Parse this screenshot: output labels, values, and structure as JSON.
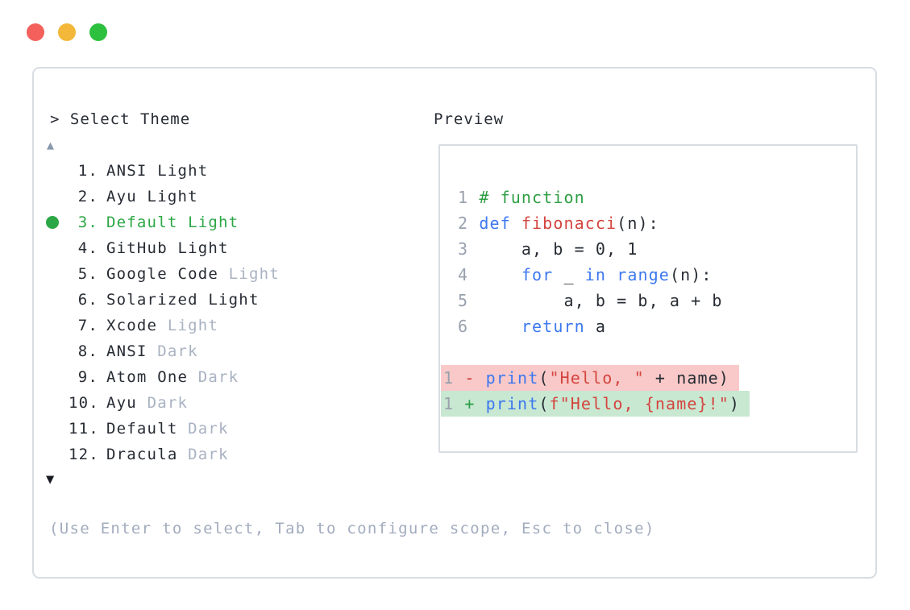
{
  "window": {
    "controls": [
      {
        "name": "close",
        "color": "#f4615c"
      },
      {
        "name": "minimize",
        "color": "#f3b73a"
      },
      {
        "name": "zoom",
        "color": "#2cc03e"
      }
    ]
  },
  "prompt": {
    "text": "> Select Theme"
  },
  "theme_list": {
    "up_indicator": "▲",
    "down_indicator": "▼",
    "items": [
      {
        "number": "1.",
        "name": "ANSI Light",
        "muted": "",
        "selected": false
      },
      {
        "number": "2.",
        "name": "Ayu Light",
        "muted": "",
        "selected": false
      },
      {
        "number": "3.",
        "name": "Default Light",
        "muted": "",
        "selected": true
      },
      {
        "number": "4.",
        "name": "GitHub Light",
        "muted": "",
        "selected": false
      },
      {
        "number": "5.",
        "name": "Google Code",
        "muted": "Light",
        "selected": false
      },
      {
        "number": "6.",
        "name": "Solarized Light",
        "muted": "",
        "selected": false
      },
      {
        "number": "7.",
        "name": "Xcode",
        "muted": "Light",
        "selected": false
      },
      {
        "number": "8.",
        "name": "ANSI",
        "muted": "Dark",
        "selected": false
      },
      {
        "number": "9.",
        "name": "Atom One",
        "muted": "Dark",
        "selected": false
      },
      {
        "number": "10.",
        "name": "Ayu",
        "muted": "Dark",
        "selected": false
      },
      {
        "number": "11.",
        "name": "Default",
        "muted": "Dark",
        "selected": false
      },
      {
        "number": "12.",
        "name": "Dracula",
        "muted": "Dark",
        "selected": false
      }
    ]
  },
  "preview": {
    "label": "Preview",
    "code_lines": [
      {
        "num": "1",
        "tokens": [
          {
            "t": "# function",
            "c": "comment"
          }
        ]
      },
      {
        "num": "2",
        "tokens": [
          {
            "t": "def ",
            "c": "keyword"
          },
          {
            "t": "fibonacci",
            "c": "func"
          },
          {
            "t": "(n):",
            "c": "plain"
          }
        ]
      },
      {
        "num": "3",
        "tokens": [
          {
            "t": "    a, b = 0, 1",
            "c": "plain"
          }
        ]
      },
      {
        "num": "4",
        "tokens": [
          {
            "t": "    ",
            "c": "plain"
          },
          {
            "t": "for",
            "c": "keyword"
          },
          {
            "t": " _ ",
            "c": "plain"
          },
          {
            "t": "in",
            "c": "keyword"
          },
          {
            "t": " ",
            "c": "plain"
          },
          {
            "t": "range",
            "c": "keyword"
          },
          {
            "t": "(n):",
            "c": "plain"
          }
        ]
      },
      {
        "num": "5",
        "tokens": [
          {
            "t": "        a, b = b, a + b",
            "c": "plain"
          }
        ]
      },
      {
        "num": "6",
        "tokens": [
          {
            "t": "    ",
            "c": "plain"
          },
          {
            "t": "return",
            "c": "keyword"
          },
          {
            "t": " a",
            "c": "plain"
          }
        ]
      }
    ],
    "diff_lines": [
      {
        "num": "1",
        "sign": "-",
        "kind": "removed",
        "tokens": [
          {
            "t": "print",
            "c": "keyword"
          },
          {
            "t": "(",
            "c": "plain"
          },
          {
            "t": "\"Hello, \"",
            "c": "string"
          },
          {
            "t": " + name)",
            "c": "plain"
          }
        ]
      },
      {
        "num": "1",
        "sign": "+",
        "kind": "added",
        "tokens": [
          {
            "t": "print",
            "c": "keyword"
          },
          {
            "t": "(",
            "c": "plain"
          },
          {
            "t": "f\"Hello, {name}!\"",
            "c": "string"
          },
          {
            "t": ")",
            "c": "plain"
          }
        ]
      }
    ]
  },
  "help": {
    "text": "(Use Enter to select, Tab to configure scope, Esc to close)"
  },
  "colors": {
    "text": "#272c34",
    "muted": "#a9b2c2",
    "selected": "#2ca745",
    "keyword": "#3d78ef",
    "func": "#d4453f",
    "string": "#d4453f",
    "comment": "#2f9e44",
    "lineno": "#99a1ae",
    "removed_bg": "#f8c9c8",
    "added_bg": "#c8e8d2",
    "removed_sign": "#cf3a33",
    "added_sign": "#2a9d42",
    "border": "#d8dce3",
    "help": "#a2acbe"
  }
}
